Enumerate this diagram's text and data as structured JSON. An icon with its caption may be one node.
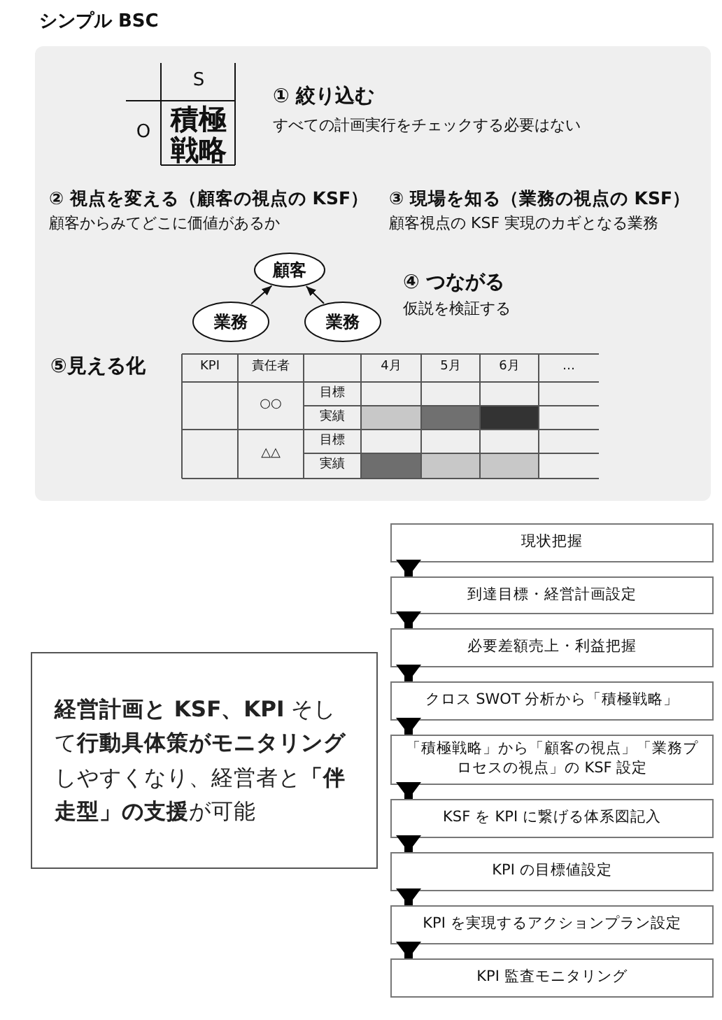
{
  "diagram": {
    "title": "シンプル BSC",
    "nodes": [
      {
        "text": [
          "顧客"
        ]
      },
      {
        "text": [
          "業務"
        ]
      },
      {
        "text": [
          "業務"
        ]
      },
      {
        "text": [
          "現状把握"
        ]
      },
      {
        "text": [
          "到達目標・経営計画設定"
        ]
      },
      {
        "text": [
          "必要差額売上・利益把握"
        ]
      },
      {
        "text": [
          "クロス SWOT 分析から「積極戦略」"
        ]
      },
      {
        "text": [
          "「積極戦略」から「顧客の視点」「業務プロセスの視点」の KSF 設定"
        ]
      },
      {
        "text": [
          "KSF を KPI に繋げる体系図記入"
        ]
      },
      {
        "text": [
          "KPI の目標値設定"
        ]
      },
      {
        "text": [
          "KPI を実現するアクションプラン設定"
        ]
      },
      {
        "text": [
          "KPI 監査モニタリング"
        ]
      },
      {
        "text": [
          "**経営計画と KSF、KPI** そして**行動具体策がモニタリング**しやすくなり、経営者と**「伴走型」の支援**が可能"
        ]
      }
    ],
    "edges": [
      {
        "from": 1,
        "to": 0,
        "arrow": "to"
      },
      {
        "from": 2,
        "to": 0,
        "arrow": "to"
      },
      {
        "from": 3,
        "to": 4,
        "arrow": "to"
      },
      {
        "from": 4,
        "to": 5,
        "arrow": "to"
      },
      {
        "from": 5,
        "to": 6,
        "arrow": "to"
      },
      {
        "from": 6,
        "to": 7,
        "arrow": "to"
      },
      {
        "from": 7,
        "to": 8,
        "arrow": "to"
      },
      {
        "from": 8,
        "to": 9,
        "arrow": "to"
      },
      {
        "from": 9,
        "to": 10,
        "arrow": "to"
      },
      {
        "from": 10,
        "to": 11,
        "arrow": "to"
      }
    ],
    "labels": [
      "S",
      "O",
      "積極戦略",
      "① 絞り込む",
      "すべての計画実行をチェックする必要はない",
      "② 視点を変える（顧客の視点の KSF）",
      "顧客からみてどこに価値があるか",
      "③ 現場を知る（業務の視点の KSF）",
      "顧客視点の KSF 実現のカギとなる業務",
      "④ つながる",
      "仮説を検証する",
      "⑤見える化",
      "KPI",
      "責任者",
      "4月",
      "5月",
      "6月",
      "…",
      "○○",
      "目標",
      "実績",
      "△△",
      "目標",
      "実績"
    ]
  }
}
